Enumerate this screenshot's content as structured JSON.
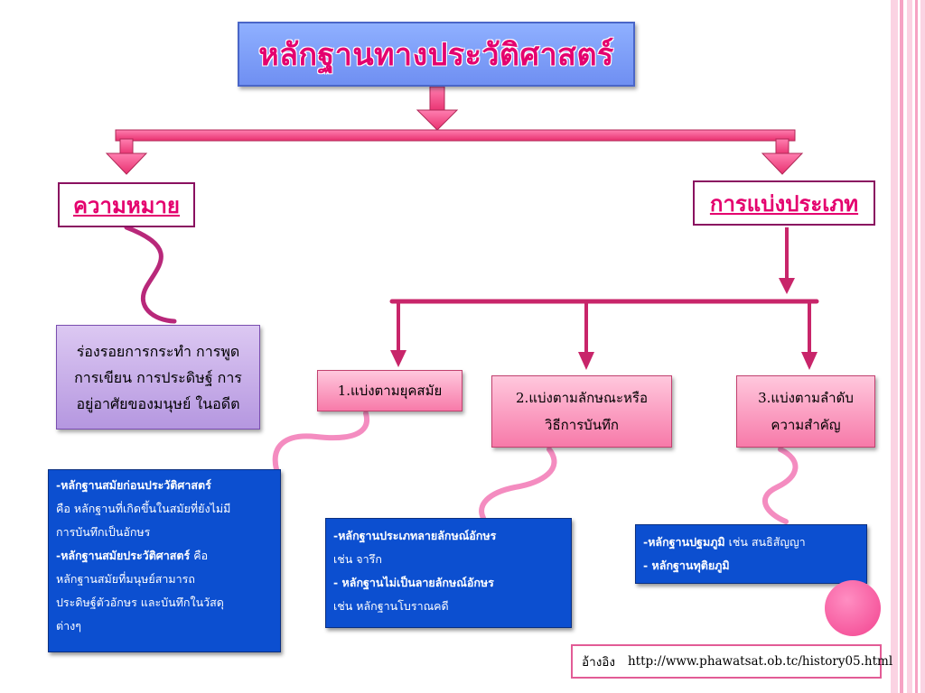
{
  "title": "หลักฐานทางประวัติศาสตร์",
  "branches": {
    "meaning": {
      "heading": "ความหมาย",
      "definition": [
        "ร่องรอยการกระทำ การพูด",
        "การเขียน การประดิษฐ์ การ",
        "อยู่อาศัยของมนุษย์ ในอดีต"
      ]
    },
    "classification": {
      "heading": "การแบ่งประเภท",
      "categories": [
        {
          "label": "1.แบ่งตามยุคสมัย"
        },
        {
          "label_line1": "2.แบ่งตามลักษณะหรือ",
          "label_line2": "วิธีการบันทึก"
        },
        {
          "label_line1": "3.แบ่งตามลำดับ",
          "label_line2": "ความสำคัญ"
        }
      ]
    }
  },
  "details": {
    "era": {
      "item1_term": "-หลักฐานสมัยก่อนประวัติศาสตร์",
      "item1_line1": "คือ หลักฐานที่เกิดขึ้นในสมัยที่ยังไม่มี",
      "item1_line2": "การบันทึกเป็นอักษร",
      "item2_term": "-หลักฐานสมัยประวัติศาสตร์",
      "item2_suffix": " คือ",
      "item2_line1": "หลักฐานสมัยที่มนุษย์สามารถ",
      "item2_line2": "ประดิษฐ์ตัวอักษร และบันทึกในวัสดุ",
      "item2_line3": "ต่างๆ"
    },
    "recording": {
      "item1_term": "-หลักฐานประเภทลายลักษณ์อักษร",
      "item1_example": "เช่น จารึก",
      "item2_term": "- หลักฐานไม่เป็นลายลักษณ์อักษร",
      "item2_example": "เช่น หลักฐานโบราณคดี"
    },
    "importance": {
      "item1_term": "-หลักฐานปฐมภูมิ",
      "item1_example": " เช่น สนธิสัญญา",
      "item2_term": "- หลักฐานทุติยภูมิ"
    }
  },
  "reference": {
    "label": "อ้างอิง",
    "url": "http://www.phawatsat.ob.tc/history05.html"
  },
  "colors": {
    "accent_pink": "#e4006e",
    "arrow_pink": "#f0437f",
    "title_blue": "#7f9ef7",
    "detail_blue": "#0c4fd0",
    "definition_purple": "#c7aeea",
    "border_stripes": "#f6a3c4"
  }
}
